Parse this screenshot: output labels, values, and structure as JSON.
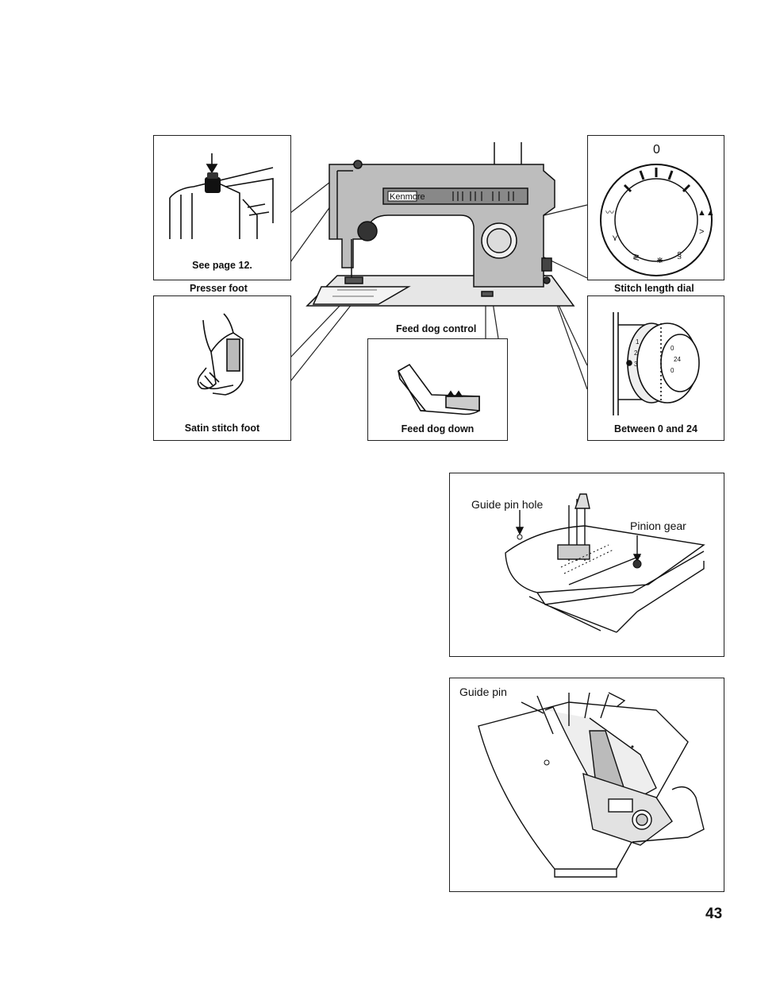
{
  "figure1": {
    "presser_panel_caption": "See page 12.",
    "presser_foot_label": "Presser foot",
    "satin_caption": "Satin stitch foot",
    "feed_dog_control_label": "Feed dog control",
    "feed_dog_down_caption": "Feed dog down",
    "stitch_length_label": "Stitch length dial",
    "between_caption": "Between 0 and 24",
    "brand": "Kenmore",
    "dial_top_mark": "0"
  },
  "figure2": {
    "guide_pin_hole_label": "Guide pin hole",
    "pinion_gear_label": "Pinion gear"
  },
  "figure3": {
    "guide_pin_label": "Guide pin"
  },
  "page_number": "43"
}
